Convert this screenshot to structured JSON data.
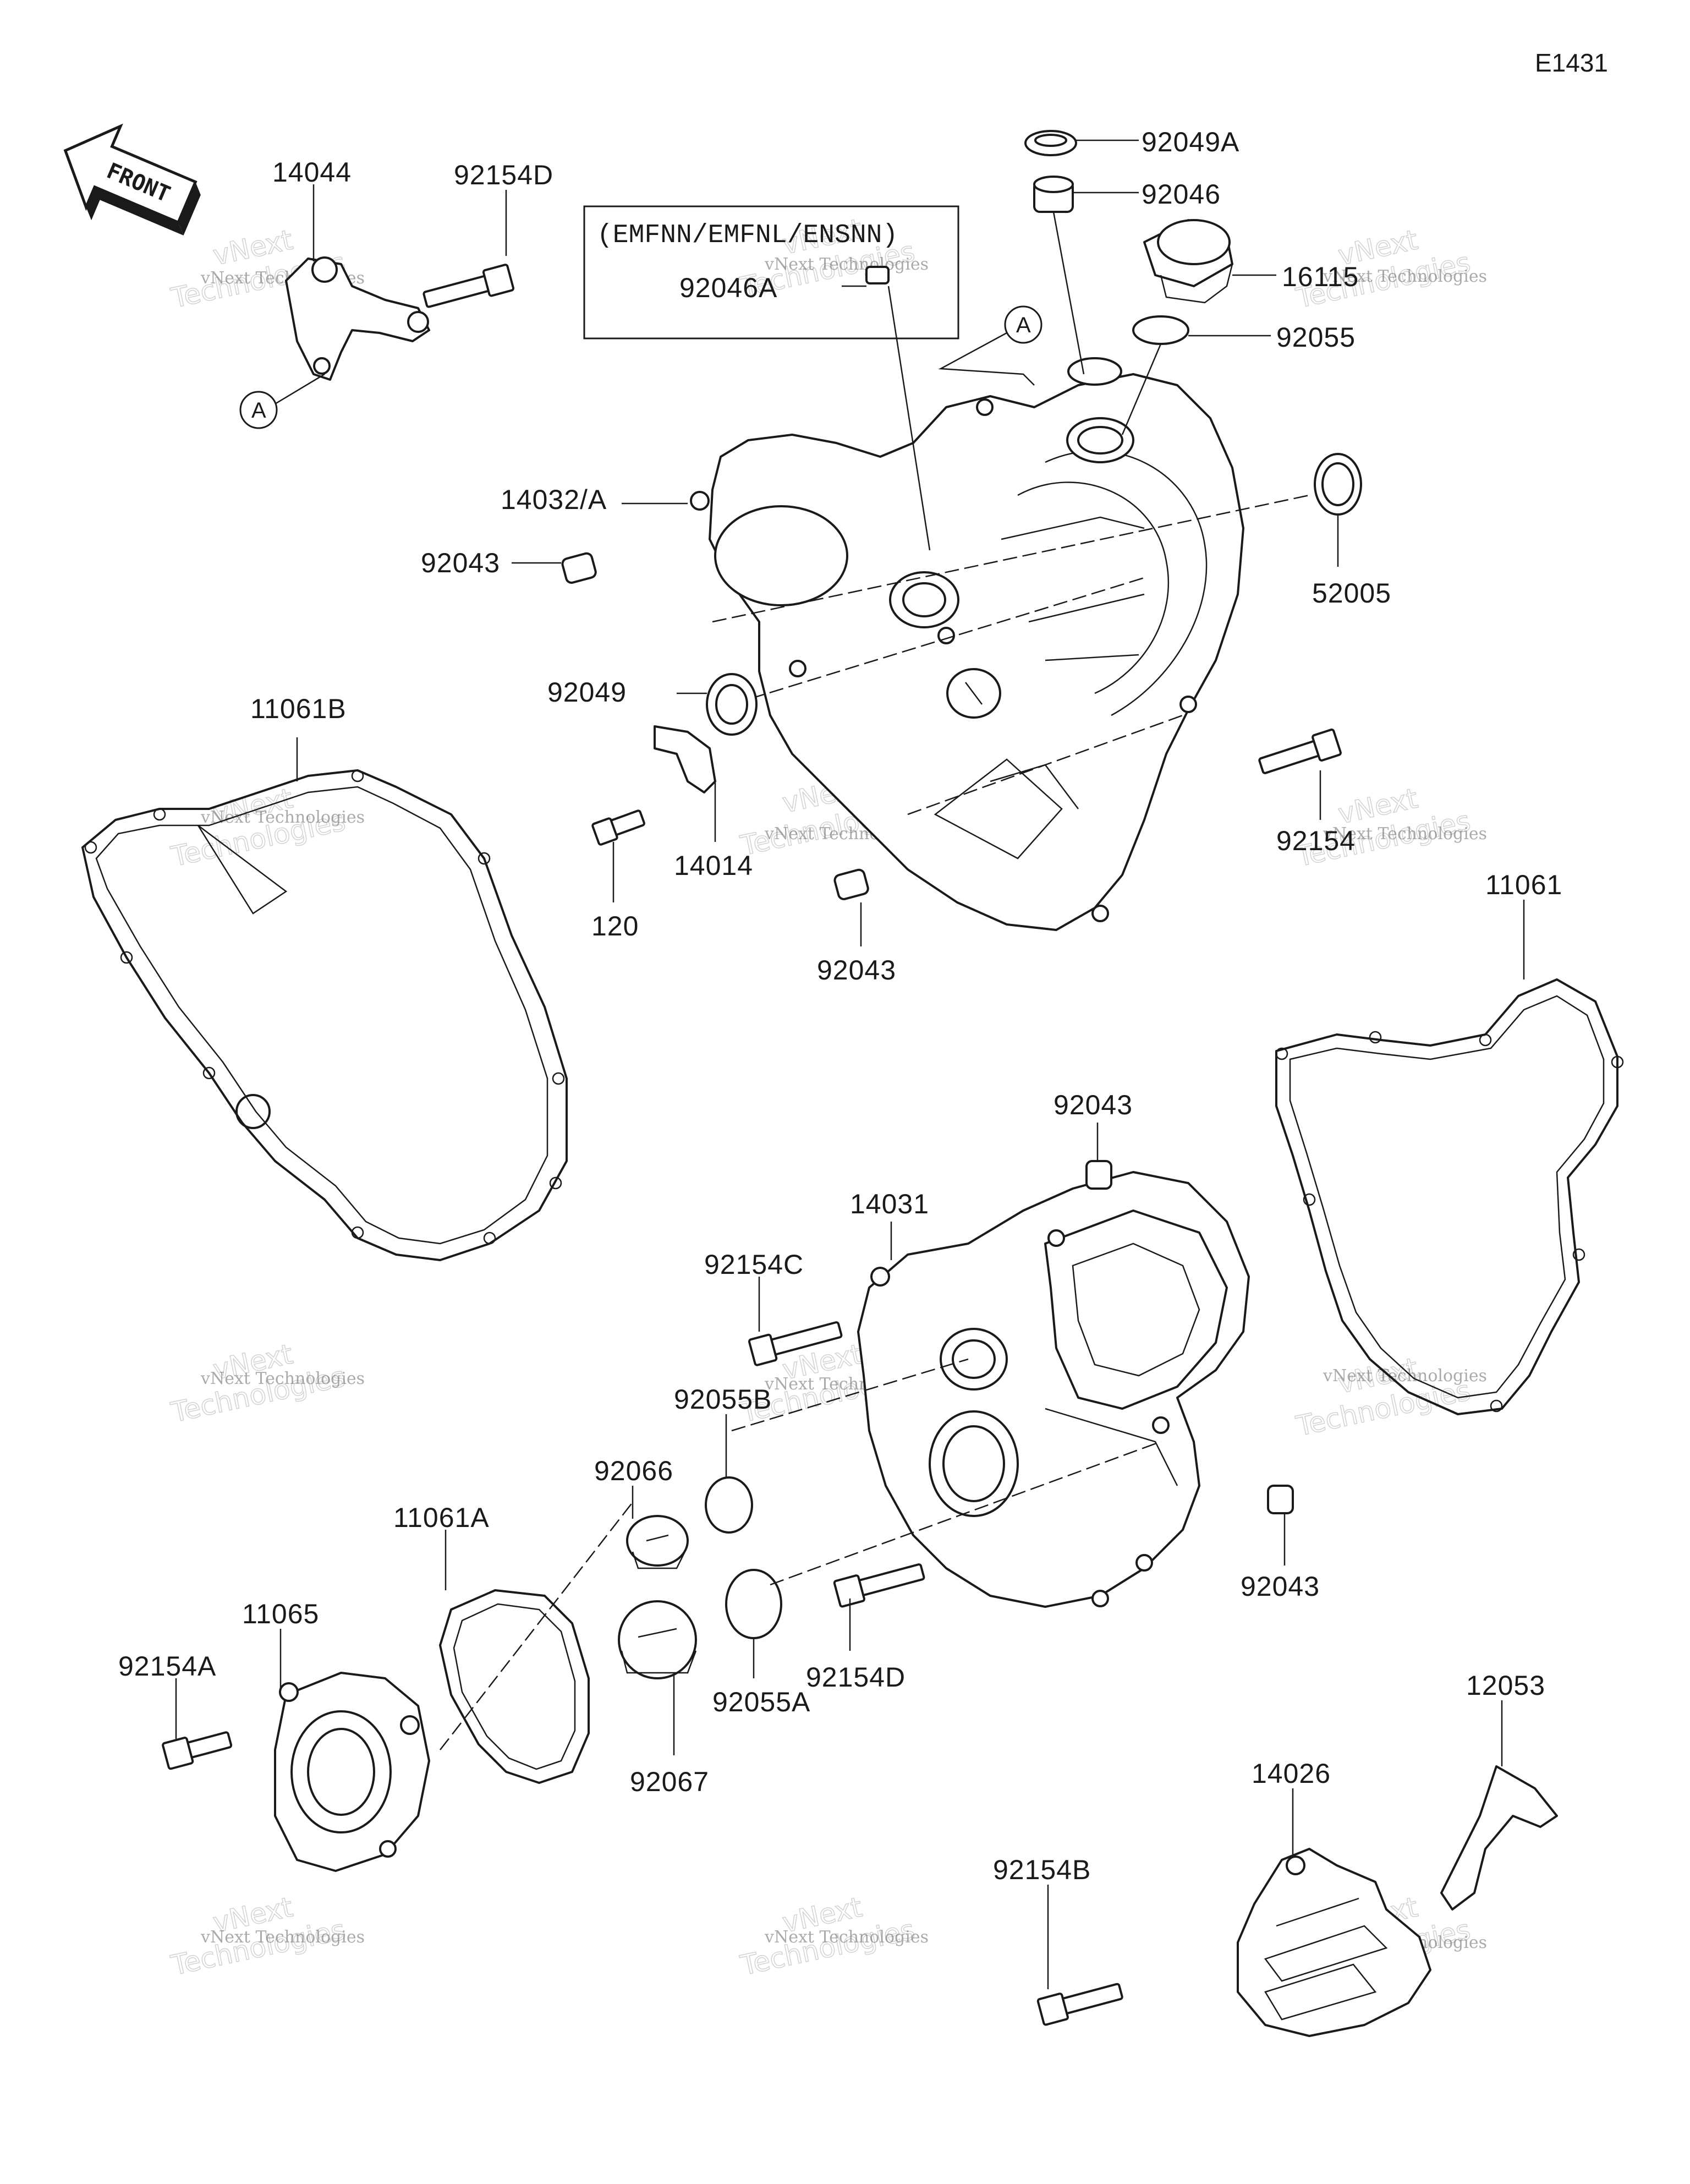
{
  "diagram": {
    "code": "E1431",
    "front_label": "FRONT",
    "variant_note": "(EMFNN/EMFNL/ENSNN)",
    "ref_marker": "A"
  },
  "parts": [
    {
      "name": "part-label-92049a",
      "number": "92049A"
    },
    {
      "name": "part-label-92046",
      "number": "92046"
    },
    {
      "name": "part-label-92046a",
      "number": "92046A"
    },
    {
      "name": "part-label-16115",
      "number": "16115"
    },
    {
      "name": "part-label-92055",
      "number": "92055"
    },
    {
      "name": "part-label-14044",
      "number": "14044"
    },
    {
      "name": "part-label-92154d-top",
      "number": "92154D"
    },
    {
      "name": "part-label-14032a",
      "number": "14032/A"
    },
    {
      "name": "part-label-92043-a",
      "number": "92043"
    },
    {
      "name": "part-label-52005",
      "number": "52005"
    },
    {
      "name": "part-label-92049",
      "number": "92049"
    },
    {
      "name": "part-label-11061b",
      "number": "11061B"
    },
    {
      "name": "part-label-14014",
      "number": "14014"
    },
    {
      "name": "part-label-120",
      "number": "120"
    },
    {
      "name": "part-label-92043-b",
      "number": "92043"
    },
    {
      "name": "part-label-92154",
      "number": "92154"
    },
    {
      "name": "part-label-11061",
      "number": "11061"
    },
    {
      "name": "part-label-92043-c",
      "number": "92043"
    },
    {
      "name": "part-label-14031",
      "number": "14031"
    },
    {
      "name": "part-label-92154c",
      "number": "92154C"
    },
    {
      "name": "part-label-92055b",
      "number": "92055B"
    },
    {
      "name": "part-label-92066",
      "number": "92066"
    },
    {
      "name": "part-label-11061a",
      "number": "11061A"
    },
    {
      "name": "part-label-11065",
      "number": "11065"
    },
    {
      "name": "part-label-92154a",
      "number": "92154A"
    },
    {
      "name": "part-label-92043-d",
      "number": "92043"
    },
    {
      "name": "part-label-92154d-bottom",
      "number": "92154D"
    },
    {
      "name": "part-label-92055a",
      "number": "92055A"
    },
    {
      "name": "part-label-92067",
      "number": "92067"
    },
    {
      "name": "part-label-12053",
      "number": "12053"
    },
    {
      "name": "part-label-14026",
      "number": "14026"
    },
    {
      "name": "part-label-92154b",
      "number": "92154B"
    }
  ],
  "watermark": {
    "line1": "vNext Technologies",
    "line2": "vNext",
    "line3": "Technologies"
  }
}
